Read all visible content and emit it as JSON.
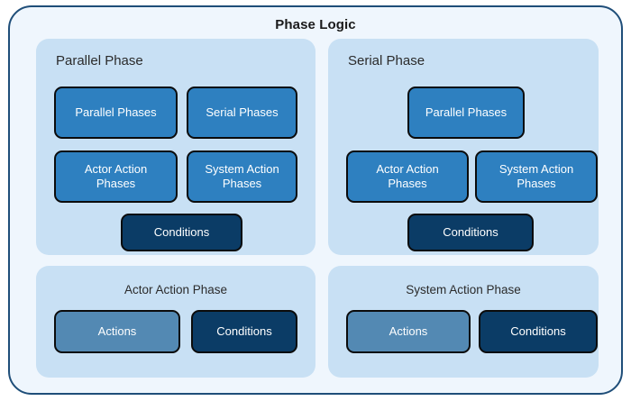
{
  "diagram": {
    "title": "Phase Logic",
    "colors": {
      "outer_border": "#1f4e79",
      "outer_fill": "#eff6fd",
      "panel_fill": "#c8e0f4",
      "node_medium_blue": "#2e80c0",
      "node_dark_navy": "#0b3c66",
      "node_steel_blue": "#5389b3",
      "node_border": "#0b0b0b",
      "node_text": "#ffffff",
      "title_text": "#1a1a1a"
    },
    "panels": [
      {
        "id": "parallel-phase",
        "title": "Parallel Phase",
        "title_align": "left",
        "nodes": [
          {
            "label": "Parallel Phases",
            "style": "medium-blue"
          },
          {
            "label": "Serial Phases",
            "style": "medium-blue"
          },
          {
            "label": "Actor Action\nPhases",
            "line1": "Actor Action",
            "line2": "Phases",
            "style": "medium-blue"
          },
          {
            "label": "System Action\nPhases",
            "line1": "System Action",
            "line2": "Phases",
            "style": "medium-blue"
          },
          {
            "label": "Conditions",
            "style": "dark-navy"
          }
        ]
      },
      {
        "id": "serial-phase",
        "title": "Serial Phase",
        "title_align": "left",
        "nodes": [
          {
            "label": "Parallel Phases",
            "style": "medium-blue"
          },
          {
            "label": "Actor Action\nPhases",
            "line1": "Actor Action",
            "line2": "Phases",
            "style": "medium-blue"
          },
          {
            "label": "System Action\nPhases",
            "line1": "System Action",
            "line2": "Phases",
            "style": "medium-blue"
          },
          {
            "label": "Conditions",
            "style": "dark-navy"
          }
        ]
      },
      {
        "id": "actor-action-phase",
        "title": "Actor Action Phase",
        "title_align": "center",
        "nodes": [
          {
            "label": "Actions",
            "style": "steel-blue"
          },
          {
            "label": "Conditions",
            "style": "dark-navy"
          }
        ]
      },
      {
        "id": "system-action-phase",
        "title": "System Action Phase",
        "title_align": "center",
        "nodes": [
          {
            "label": "Actions",
            "style": "steel-blue"
          },
          {
            "label": "Conditions",
            "style": "dark-navy"
          }
        ]
      }
    ]
  }
}
